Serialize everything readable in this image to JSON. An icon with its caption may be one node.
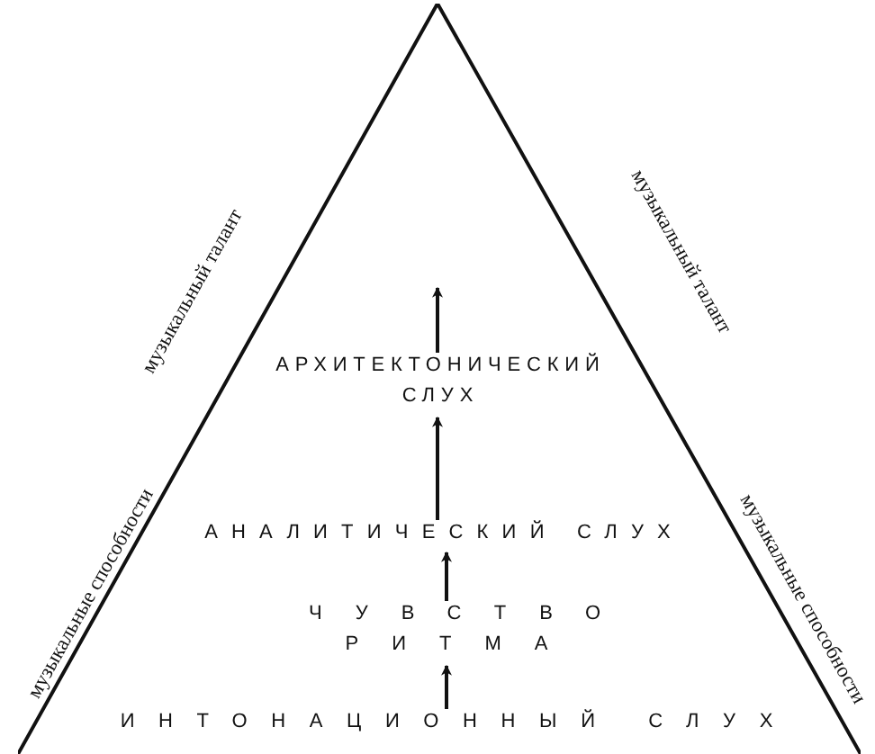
{
  "diagram": {
    "nodes": [
      {
        "text": [],
        "shape": "triangle"
      },
      {
        "text": [
          "АРХИТЕКТОНИЧЕСКИЙ СЛУХ"
        ],
        "in": 0
      },
      {
        "text": [
          "АНАЛИТИЧЕСКИЙ СЛУХ"
        ],
        "in": 0
      },
      {
        "text": [
          "ЧУВСТВО РИТМА"
        ],
        "in": 0
      },
      {
        "text": [
          "ИНТОНАЦИОННЫЙ СЛУХ"
        ],
        "in": 0
      }
    ],
    "edges": [
      {
        "from": 1,
        "to": null,
        "arrow": "to"
      },
      {
        "from": 2,
        "to": 1,
        "arrow": "to"
      },
      {
        "from": 3,
        "to": 2,
        "arrow": "to"
      },
      {
        "from": 4,
        "to": 3,
        "arrow": "to"
      }
    ],
    "labels": [
      "музыкальный талант",
      "музыкальный талант",
      "музыкальные способности",
      "музыкальные способности"
    ]
  }
}
